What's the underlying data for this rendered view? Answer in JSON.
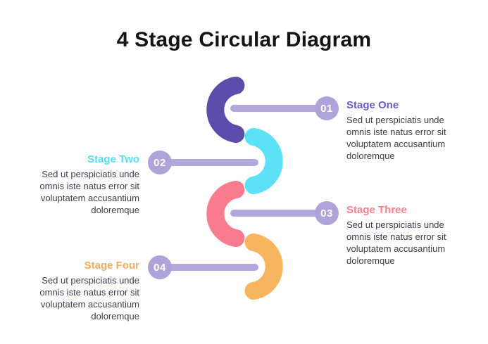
{
  "title": "4 Stage Circular Diagram",
  "colors": {
    "title_text": "#141414",
    "connector": "#B2A8DC",
    "badge": "#AFA4D9",
    "badge_text": "#FFFFFF",
    "body_text": "#3E3E4F"
  },
  "stages": [
    {
      "number": "01",
      "label": "Stage One",
      "label_color": "#6B5AC2",
      "arc_color": "#5C4DAD",
      "side": "right",
      "body_lines": [
        "Sed ut perspiciatis unde",
        "omnis iste natus error sit",
        "voluptatem accusantium",
        "doloremque"
      ]
    },
    {
      "number": "02",
      "label": "Stage Two",
      "label_color": "#58DCF2",
      "arc_color": "#5CE1F6",
      "side": "left",
      "body_lines": [
        "Sed ut perspiciatis unde",
        "omnis iste natus error sit",
        "voluptatem accusantium",
        "doloremque"
      ]
    },
    {
      "number": "03",
      "label": "Stage Three",
      "label_color": "#F8808F",
      "arc_color": "#F87C8E",
      "side": "right",
      "body_lines": [
        "Sed ut perspiciatis unde",
        "omnis iste natus error sit",
        "voluptatem accusantium",
        "doloremque"
      ]
    },
    {
      "number": "04",
      "label": "Stage Four",
      "label_color": "#F3AC5C",
      "arc_color": "#F8B55F",
      "side": "left",
      "body_lines": [
        "Sed ut perspiciatis unde",
        "omnis iste natus error sit",
        "voluptatem accusantium",
        "doloremque"
      ]
    }
  ]
}
